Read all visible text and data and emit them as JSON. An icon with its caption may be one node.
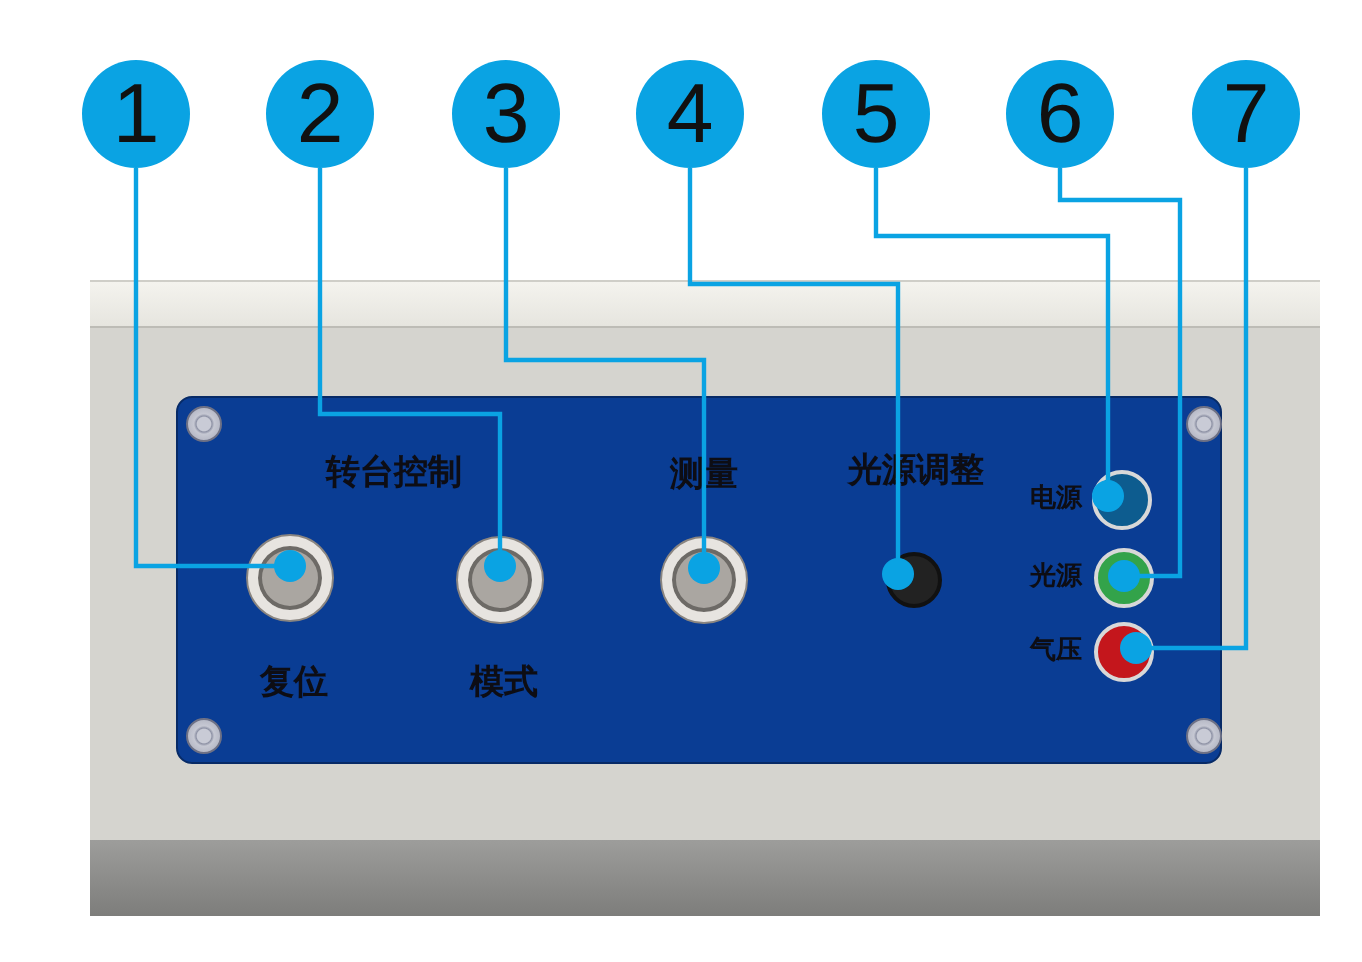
{
  "diagram": {
    "nodes": [
      {
        "text": [
          "1"
        ]
      },
      {
        "text": [
          "2"
        ]
      },
      {
        "text": [
          "3"
        ]
      },
      {
        "text": [
          "4"
        ]
      },
      {
        "text": [
          "5"
        ]
      },
      {
        "text": [
          "6"
        ]
      },
      {
        "text": [
          "7"
        ]
      },
      {
        "text": [],
        "shape": "circle",
        "beside": [
          "复位"
        ]
      },
      {
        "text": [],
        "shape": "circle",
        "beside": [
          "模式"
        ]
      },
      {
        "text": [],
        "shape": "circle",
        "beside": [
          "测量"
        ]
      },
      {
        "text": [],
        "shape": "circle",
        "beside": [
          "光源调整"
        ]
      },
      {
        "text": [],
        "shape": "circle",
        "beside": [
          "电源"
        ]
      },
      {
        "text": [],
        "shape": "circle",
        "beside": [
          "光源"
        ]
      },
      {
        "text": [],
        "shape": "circle",
        "beside": [
          "气压"
        ]
      }
    ],
    "edges": [
      {
        "from": 0,
        "to": 7,
        "arrow": "other"
      },
      {
        "from": 1,
        "to": 8,
        "arrow": "other"
      },
      {
        "from": 2,
        "to": 9,
        "arrow": "other"
      },
      {
        "from": 3,
        "to": 10,
        "arrow": "other"
      },
      {
        "from": 4,
        "to": 11,
        "arrow": "other"
      },
      {
        "from": 5,
        "to": 12,
        "arrow": "other"
      },
      {
        "from": 6,
        "to": 13,
        "arrow": "other"
      }
    ],
    "labels": [
      "转台控制"
    ]
  }
}
